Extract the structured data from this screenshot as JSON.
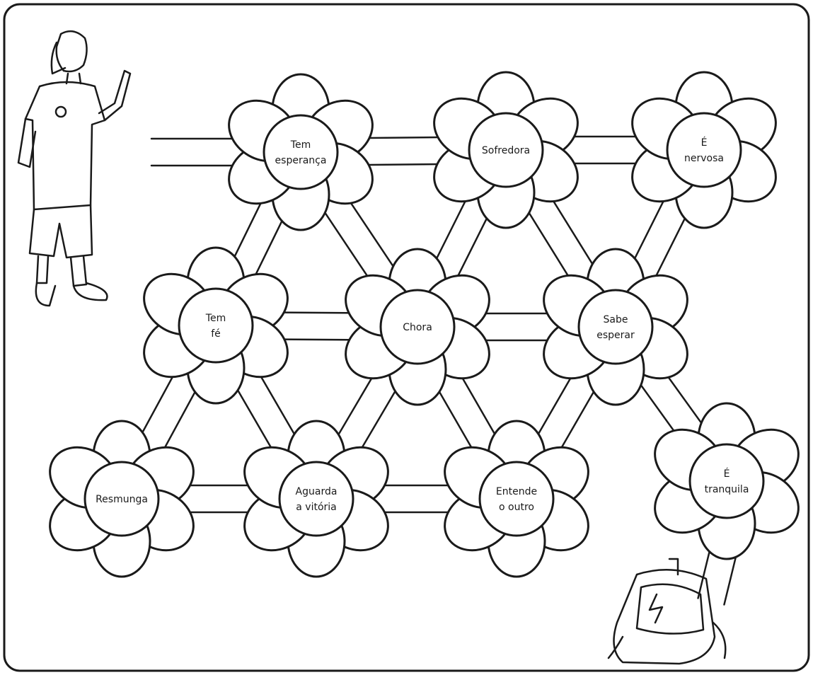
{
  "flowers": [
    {
      "id": "tem-esperanca",
      "lines": [
        "Tem",
        "esperança"
      ]
    },
    {
      "id": "sofredora",
      "lines": [
        "Sofredora"
      ]
    },
    {
      "id": "e-nervosa",
      "lines": [
        "É",
        "nervosa"
      ]
    },
    {
      "id": "tem-fe",
      "lines": [
        "Tem",
        "fé"
      ]
    },
    {
      "id": "chora",
      "lines": [
        "Chora"
      ]
    },
    {
      "id": "sabe-esperar",
      "lines": [
        "Sabe",
        "esperar"
      ]
    },
    {
      "id": "resmunga",
      "lines": [
        "Resmunga"
      ]
    },
    {
      "id": "aguarda-a-vitoria",
      "lines": [
        "Aguarda",
        "a vitória"
      ]
    },
    {
      "id": "entende-o-outro",
      "lines": [
        "Entende",
        "o outro"
      ]
    },
    {
      "id": "e-tranquila",
      "lines": [
        "É",
        "tranquila"
      ]
    }
  ],
  "colors": {
    "ink": "#1a1a1a",
    "paper": "#ffffff"
  },
  "icons": [
    "boy-figure",
    "backpack-icon"
  ]
}
